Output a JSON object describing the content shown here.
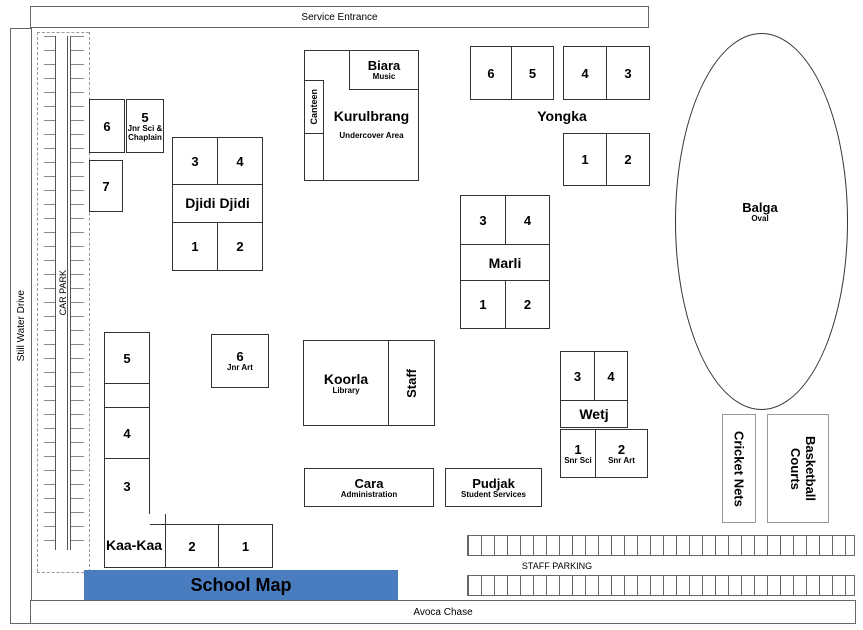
{
  "roads": {
    "service_entrance": "Service Entrance",
    "still_water_drive": "Still Water Drive",
    "avoca_chase": "Avoca Chase",
    "car_park": "CAR PARK",
    "staff_parking": "STAFF PARKING"
  },
  "map_title": "School Map",
  "colors": {
    "title_bar": "#4a7cc0",
    "line": "#333333"
  },
  "buildings": {
    "biara": {
      "name": "Biara",
      "sub": "Music"
    },
    "canteen": "Canteen",
    "kurulbrang": {
      "name": "Kurulbrang",
      "sub": "Undercover Area"
    },
    "yongka": {
      "name": "Yongka",
      "rooms": [
        "6",
        "5",
        "4",
        "3",
        "1",
        "2"
      ]
    },
    "balga": {
      "name": "Balga",
      "sub": "Oval"
    },
    "djidi": {
      "name": "Djidi Djidi",
      "rooms": [
        "3",
        "4",
        "1",
        "2"
      ]
    },
    "marli": {
      "name": "Marli",
      "rooms": [
        "3",
        "4",
        "1",
        "2"
      ]
    },
    "koorla": {
      "name": "Koorla",
      "sub": "Library"
    },
    "staff": "Staff",
    "wetj": {
      "name": "Wetj",
      "r3": "3",
      "r4": "4",
      "r1": "1",
      "r1_sub": "Snr Sci",
      "r2": "2",
      "r2_sub": "Snr Art"
    },
    "cricket_nets": "Cricket Nets",
    "basketball_courts": "Basketball Courts",
    "cara": {
      "name": "Cara",
      "sub": "Administration"
    },
    "pudjak": {
      "name": "Pudjak",
      "sub": "Student Services"
    },
    "room6_top": "6",
    "room5_jnr": {
      "num": "5",
      "sub": "Jnr Sci & Chaplain"
    },
    "room7": "7",
    "room6_art": {
      "num": "6",
      "sub": "Jnr Art"
    },
    "kaakaa": {
      "name": "Kaa-Kaa",
      "rooms": [
        "5",
        "4",
        "3",
        "2",
        "1"
      ]
    }
  }
}
